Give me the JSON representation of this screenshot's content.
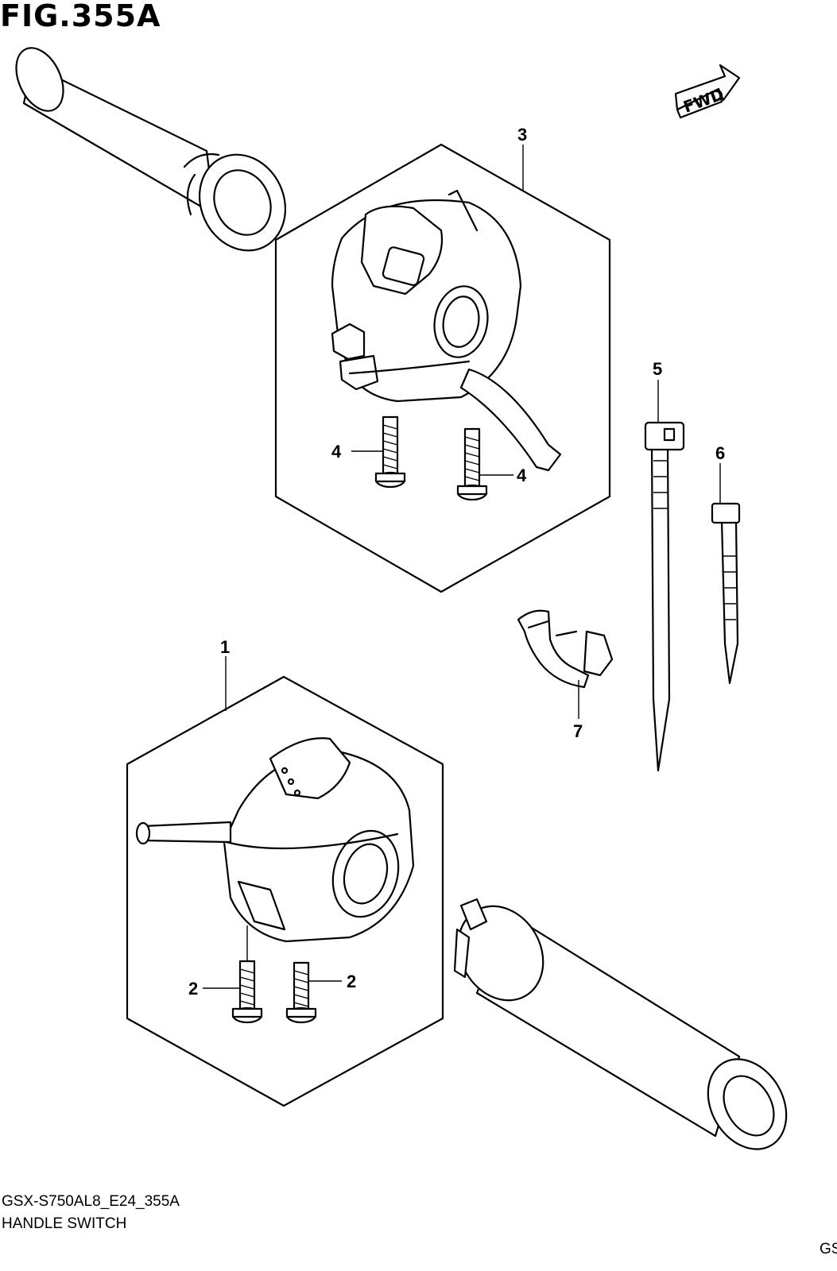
{
  "figure": {
    "title": "FIG.355A"
  },
  "direction_badge": {
    "label": "FWD"
  },
  "callouts": {
    "item1": "1",
    "item2a": "2",
    "item2b": "2",
    "item3": "3",
    "item4a": "4",
    "item4b": "4",
    "item5": "5",
    "item6": "6",
    "item7": "7"
  },
  "footer": {
    "code": "GSX-S750AL8_E24_355A",
    "name": "HANDLE SWITCH",
    "corner": "GS"
  }
}
